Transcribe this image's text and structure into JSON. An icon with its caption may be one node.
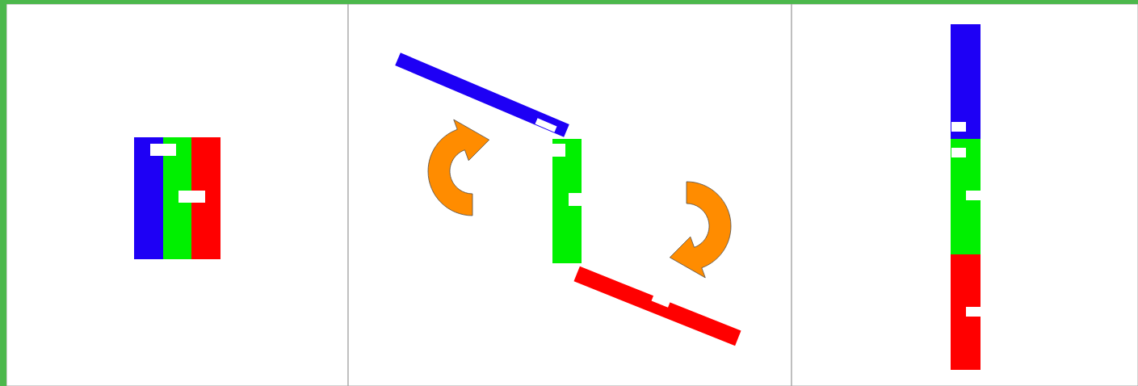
{
  "diagram": {
    "nodes": [
      {
        "text": [],
        "shape": "box"
      },
      {
        "text": [],
        "shape": "bar",
        "in": 0
      },
      {
        "text": [],
        "shape": "bar",
        "in": 0
      },
      {
        "text": [],
        "shape": "bar",
        "in": 0
      },
      {
        "text": [],
        "shape": "box"
      },
      {
        "text": [],
        "shape": "bar",
        "in": 4
      },
      {
        "text": [],
        "shape": "bar",
        "in": 4
      },
      {
        "text": [],
        "shape": "bar",
        "in": 4
      },
      {
        "text": [],
        "shape": "box"
      },
      {
        "text": [],
        "shape": "bar",
        "in": 8
      },
      {
        "text": [],
        "shape": "bar",
        "in": 8
      },
      {
        "text": [],
        "shape": "bar",
        "in": 8
      }
    ]
  }
}
